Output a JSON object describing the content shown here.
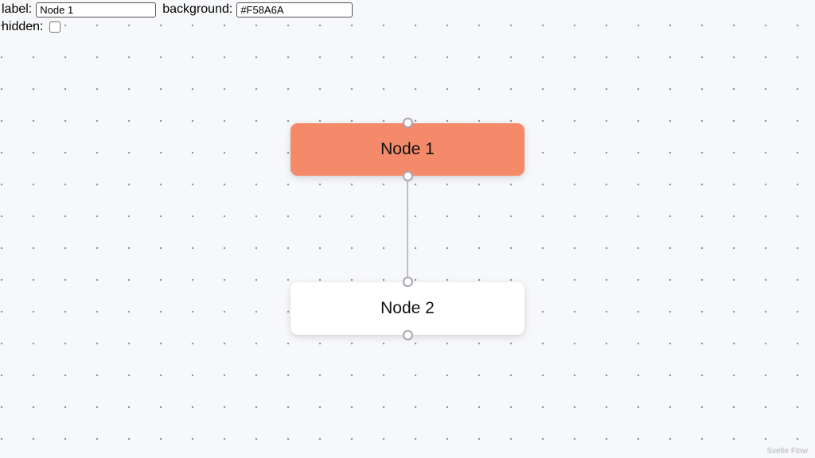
{
  "panel": {
    "label_field": {
      "label": "label:",
      "value": "Node 1"
    },
    "background_field": {
      "label": "background:",
      "value": "#F58A6A"
    },
    "hidden_field": {
      "label": "hidden:",
      "checked": false
    }
  },
  "nodes": [
    {
      "id": "node-1",
      "label": "Node 1",
      "background": "#F58A6A"
    },
    {
      "id": "node-2",
      "label": "Node 2",
      "background": "#ffffff"
    }
  ],
  "edges": [
    {
      "from": "node-1",
      "to": "node-2"
    }
  ],
  "attribution": "Svelte Flow",
  "colors": {
    "canvas_background": "#f7f8fa",
    "dot_grid": "#91919a",
    "edge_stroke": "#b1b1b7",
    "handle_border": "#a5a5ae",
    "node_text": "#111111"
  }
}
